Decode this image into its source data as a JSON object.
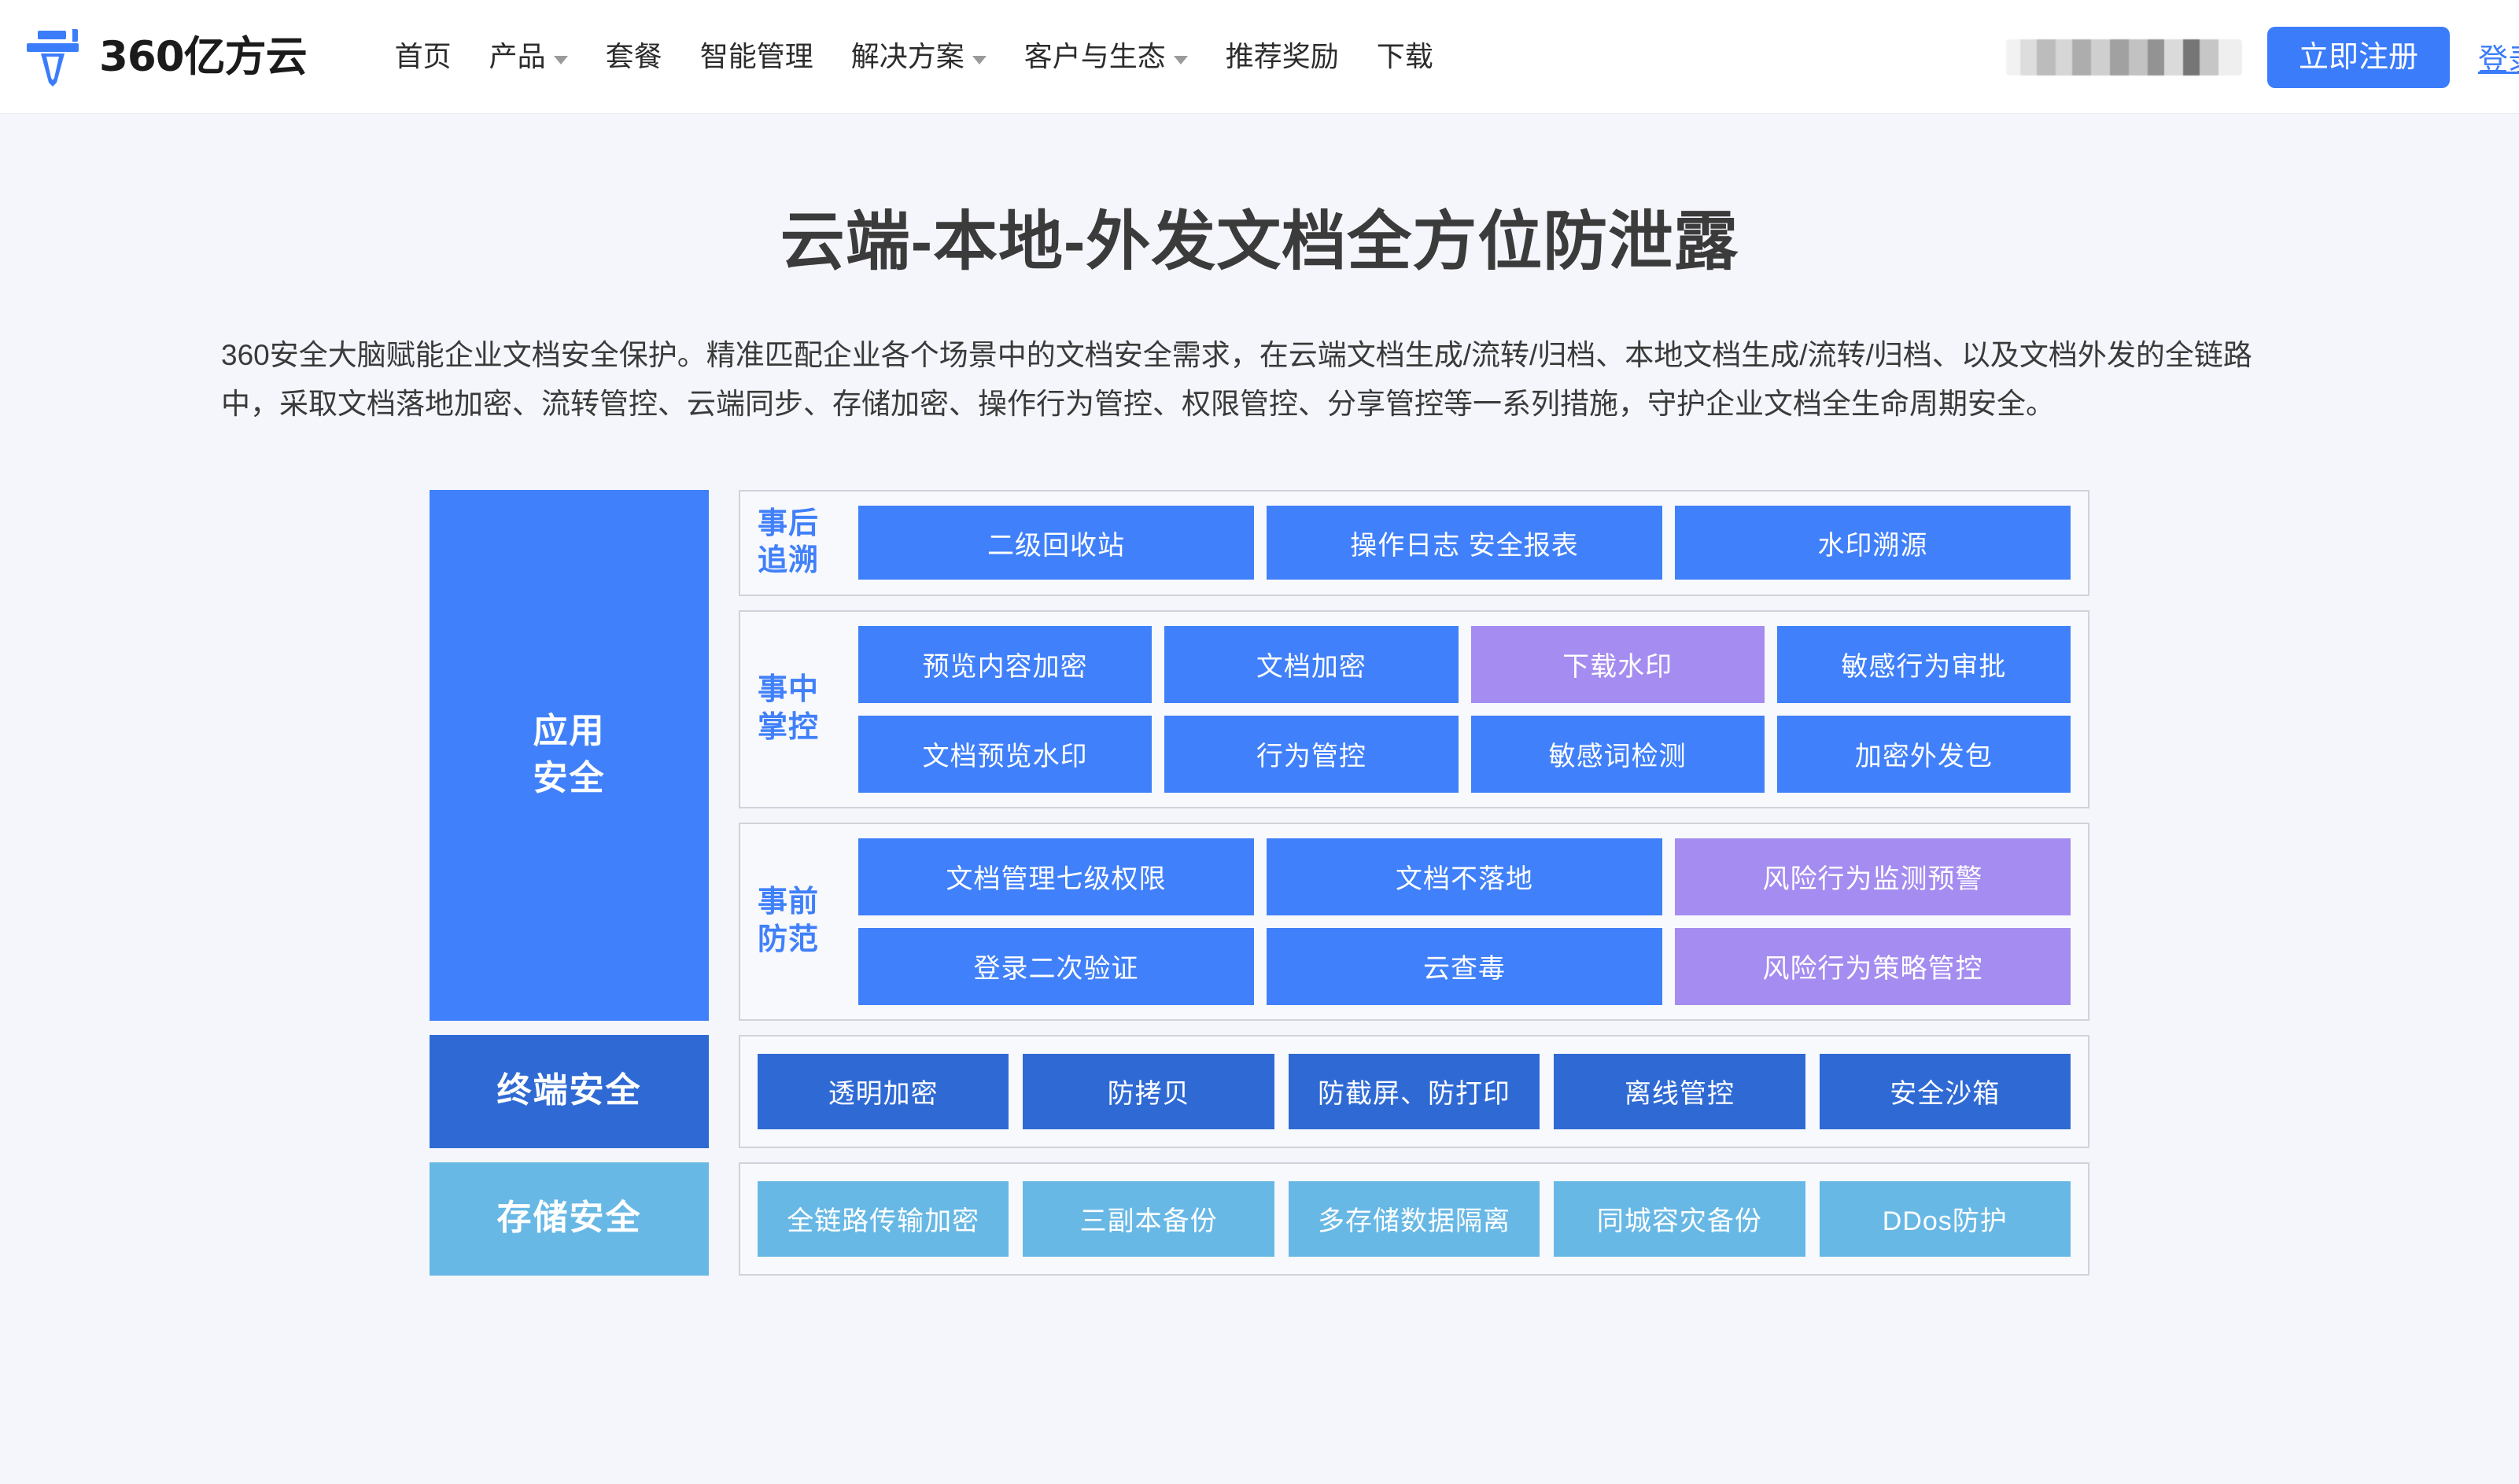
{
  "header": {
    "logo": {
      "icon": "brand-logo-icon",
      "wordmark": "360亿方云"
    },
    "nav": [
      {
        "label": "首页",
        "has_dropdown": false
      },
      {
        "label": "产品",
        "has_dropdown": true
      },
      {
        "label": "套餐",
        "has_dropdown": false
      },
      {
        "label": "智能管理",
        "has_dropdown": false
      },
      {
        "label": "解决方案",
        "has_dropdown": true
      },
      {
        "label": "客户与生态",
        "has_dropdown": true
      },
      {
        "label": "推荐奖励",
        "has_dropdown": false
      },
      {
        "label": "下载",
        "has_dropdown": false
      }
    ],
    "redacted_label": "",
    "register_label": "立即注册",
    "login_label": "登录"
  },
  "hero": {
    "title": "云端-本地-外发文档全方位防泄露",
    "description": "360安全大脑赋能企业文档安全保护。精准匹配企业各个场景中的文档安全需求，在云端文档生成/流转/归档、本地文档生成/流转/归档、以及文档外发的全链路中，采取文档落地加密、流转管控、云端同步、存储加密、操作行为管控、权限管控、分享管控等一系列措施，守护企业文档全生命周期安全。"
  },
  "colors": {
    "blue": "#4080fa",
    "purple": "#a58cf0",
    "dark_blue": "#2f6ad4",
    "light_blue": "#68b8e5",
    "group_border": "#cfd3da",
    "page_bg": "#f4f6fb"
  },
  "diagram": {
    "tiers": [
      {
        "label": "应用\n安全",
        "label_line1": "应用",
        "label_line2": "安全",
        "label_color": "#4080fa",
        "groups": [
          {
            "label_line1": "事后",
            "label_line2": "追溯",
            "columns": 3,
            "cells": [
              {
                "label": "二级回收站",
                "color": "blue"
              },
              {
                "label": "操作日志  安全报表",
                "color": "blue"
              },
              {
                "label": "水印溯源",
                "color": "blue"
              }
            ]
          },
          {
            "label_line1": "事中",
            "label_line2": "掌控",
            "columns": 4,
            "cells": [
              {
                "label": "预览内容加密",
                "color": "blue"
              },
              {
                "label": "文档加密",
                "color": "blue"
              },
              {
                "label": "下载水印",
                "color": "purple"
              },
              {
                "label": "敏感行为审批",
                "color": "blue"
              },
              {
                "label": "文档预览水印",
                "color": "blue"
              },
              {
                "label": "行为管控",
                "color": "blue"
              },
              {
                "label": "敏感词检测",
                "color": "blue"
              },
              {
                "label": "加密外发包",
                "color": "blue"
              }
            ]
          },
          {
            "label_line1": "事前",
            "label_line2": "防范",
            "columns": 3,
            "cells": [
              {
                "label": "文档管理七级权限",
                "color": "blue"
              },
              {
                "label": "文档不落地",
                "color": "blue"
              },
              {
                "label": "风险行为监测预警",
                "color": "purple"
              },
              {
                "label": "登录二次验证",
                "color": "blue"
              },
              {
                "label": "云查毒",
                "color": "blue"
              },
              {
                "label": "风险行为策略管控",
                "color": "purple"
              }
            ]
          }
        ]
      },
      {
        "label_line1": "终端安全",
        "label_line2": "",
        "label_color": "#2f6ad4",
        "groups": [
          {
            "label_line1": "",
            "label_line2": "",
            "columns": 5,
            "cells": [
              {
                "label": "透明加密",
                "color": "dkblue"
              },
              {
                "label": "防拷贝",
                "color": "dkblue"
              },
              {
                "label": "防截屏、防打印",
                "color": "dkblue"
              },
              {
                "label": "离线管控",
                "color": "dkblue"
              },
              {
                "label": "安全沙箱",
                "color": "dkblue"
              }
            ]
          }
        ]
      },
      {
        "label_line1": "存储安全",
        "label_line2": "",
        "label_color": "#68b8e5",
        "groups": [
          {
            "label_line1": "",
            "label_line2": "",
            "columns": 5,
            "cells": [
              {
                "label": "全链路传输加密",
                "color": "ltblue"
              },
              {
                "label": "三副本备份",
                "color": "ltblue"
              },
              {
                "label": "多存储数据隔离",
                "color": "ltblue"
              },
              {
                "label": "同城容灾备份",
                "color": "ltblue"
              },
              {
                "label": "DDos防护",
                "color": "ltblue"
              }
            ]
          }
        ]
      }
    ]
  }
}
